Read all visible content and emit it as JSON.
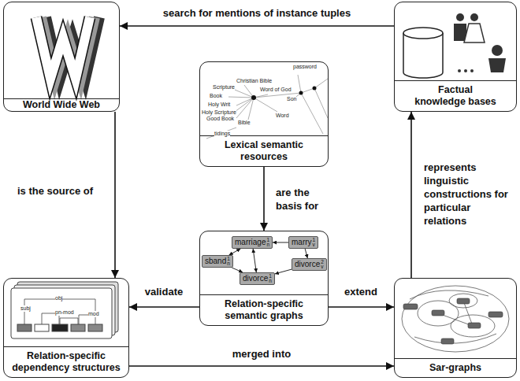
{
  "diagram": {
    "nodes": [
      {
        "text": [
          "World Wide Web"
        ]
      },
      {
        "text": [
          "Factual knowledge bases"
        ]
      },
      {
        "text": [
          "Lexical semantic resources"
        ]
      },
      {
        "text": [
          "Relation-specific semantic graphs"
        ]
      },
      {
        "text": [
          "Relation-specific dependency structures"
        ]
      },
      {
        "text": [
          "Sar-graphs"
        ]
      },
      {
        "text": [
          "marriage",
          "1",
          "n"
        ],
        "in": 3
      },
      {
        "text": [
          "marry",
          "1",
          "v"
        ],
        "in": 3
      },
      {
        "text": [
          "sband",
          "1",
          "n"
        ],
        "in": 3
      },
      {
        "text": [
          "divorce",
          "1",
          "n"
        ],
        "in": 3
      },
      {
        "text": [
          "divorce",
          "2",
          "v"
        ],
        "in": 3
      }
    ],
    "edges": [
      {
        "from": 1,
        "to": 0,
        "label": "search for mentions of instance tuples",
        "arrow": "to"
      },
      {
        "from": 0,
        "to": 4,
        "label": "is the source of",
        "arrow": "to"
      },
      {
        "from": 2,
        "to": 3,
        "label": "are the basis for",
        "arrow": "to"
      },
      {
        "from": 3,
        "to": 4,
        "label": "validate",
        "arrow": "to"
      },
      {
        "from": 3,
        "to": 5,
        "label": "extend",
        "arrow": "to"
      },
      {
        "from": 4,
        "to": 5,
        "label": "merged into",
        "arrow": "to"
      },
      {
        "from": 5,
        "to": 1,
        "label": "represents linguistic constructions for particular relations",
        "arrow": "to"
      },
      {
        "from": 7,
        "to": 6,
        "arrow": "to"
      },
      {
        "from": 6,
        "to": 8,
        "arrow": "both"
      },
      {
        "from": 6,
        "to": 9,
        "arrow": "both"
      },
      {
        "from": 8,
        "to": 9,
        "arrow": "to"
      },
      {
        "from": 10,
        "to": 9,
        "arrow": "to"
      },
      {
        "from": 7,
        "to": 10,
        "arrow": "to"
      }
    ],
    "labels": [
      "password",
      "Christian Bible",
      "Scripture",
      "Word of God",
      "Book",
      "Son",
      "Holy Writ",
      "Holy Scripture",
      "Good Book",
      "Word",
      "Bible",
      "tidings",
      "obj",
      "subj",
      "pn-mod",
      "mod"
    ]
  }
}
